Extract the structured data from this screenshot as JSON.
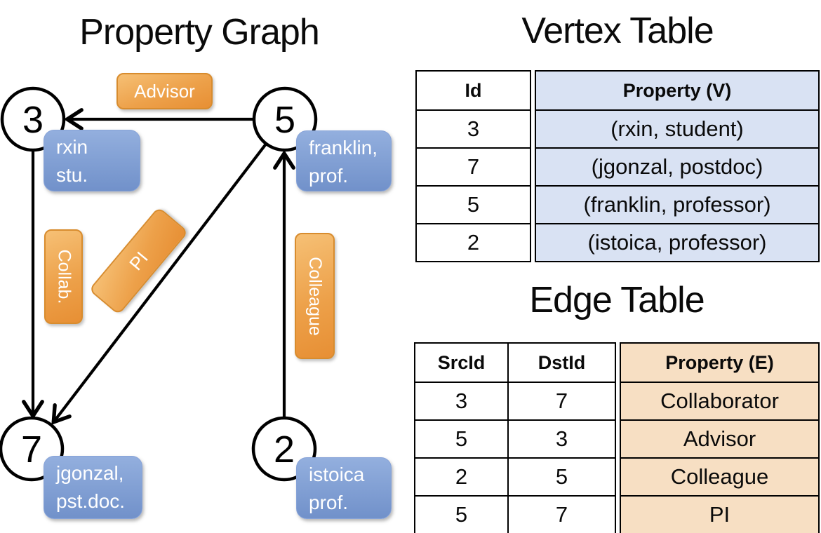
{
  "graph": {
    "title": "Property Graph",
    "nodes": [
      {
        "id": "3",
        "property_line1": "rxin",
        "property_line2": "stu."
      },
      {
        "id": "5",
        "property_line1": "franklin,",
        "property_line2": "prof."
      },
      {
        "id": "7",
        "property_line1": "jgonzal,",
        "property_line2": "pst.doc."
      },
      {
        "id": "2",
        "property_line1": "istoica",
        "property_line2": "prof."
      }
    ],
    "edge_labels": {
      "advisor": "Advisor",
      "collab": "Collab.",
      "pi": "PI",
      "colleague": "Colleague"
    }
  },
  "vertex_table": {
    "title": "Vertex Table",
    "headers": {
      "id": "Id",
      "property": "Property (V)"
    },
    "rows": [
      {
        "id": "3",
        "property": "(rxin, student)"
      },
      {
        "id": "7",
        "property": "(jgonzal, postdoc)"
      },
      {
        "id": "5",
        "property": "(franklin, professor)"
      },
      {
        "id": "2",
        "property": "(istoica, professor)"
      }
    ]
  },
  "edge_table": {
    "title": "Edge Table",
    "headers": {
      "src": "SrcId",
      "dst": "DstId",
      "property": "Property (E)"
    },
    "rows": [
      {
        "src": "3",
        "dst": "7",
        "property": "Collaborator"
      },
      {
        "src": "5",
        "dst": "3",
        "property": "Advisor"
      },
      {
        "src": "2",
        "dst": "5",
        "property": "Colleague"
      },
      {
        "src": "5",
        "dst": "7",
        "property": "PI"
      }
    ]
  },
  "colors": {
    "edge_label_fill": "#EDA14A",
    "edge_label_border": "#D88C2E",
    "vertex_label_fill": "#7F9CD4",
    "vertex_table_cell_bg": "#D9E2F3",
    "edge_table_cell_bg": "#F7DFC3",
    "line_color": "#000000"
  }
}
